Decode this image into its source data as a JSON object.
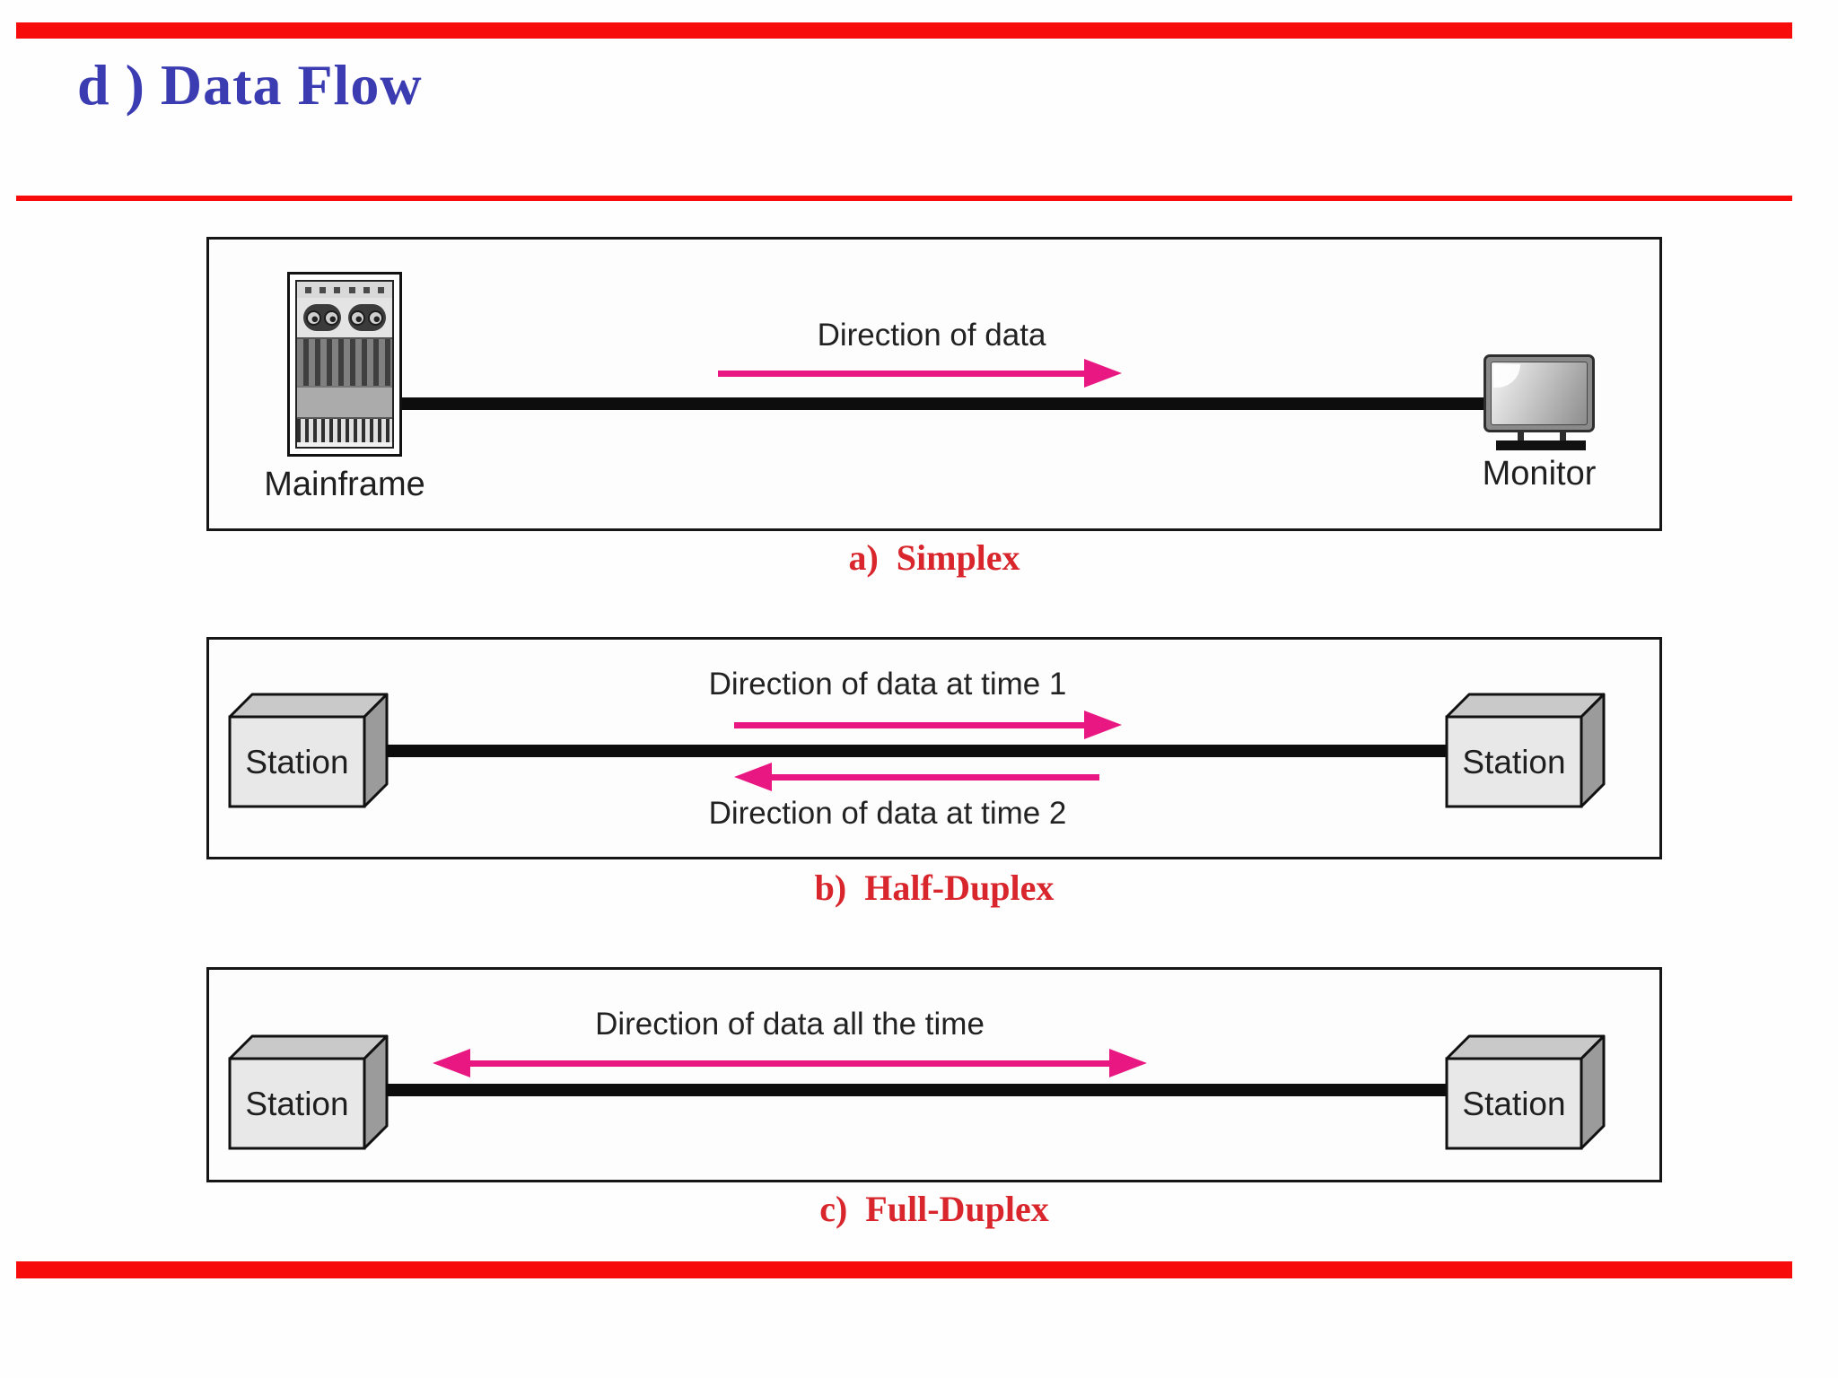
{
  "slide": {
    "title": "d ) Data Flow",
    "colors": {
      "accent_red": "#f80b0b",
      "title_blue": "#3b3bb2",
      "caption_red": "#d8262c",
      "arrow_pink": "#e91782",
      "cable_black": "#0d0d0d"
    }
  },
  "diagrams": [
    {
      "id": "simplex",
      "caption": "a)  Simplex",
      "left_device": {
        "type": "mainframe",
        "label": "Mainframe"
      },
      "right_device": {
        "type": "monitor",
        "label": "Monitor"
      },
      "arrows": [
        {
          "label": "Direction of data",
          "direction": "right"
        }
      ]
    },
    {
      "id": "half-duplex",
      "caption": "b)  Half-Duplex",
      "left_device": {
        "type": "station",
        "label": "Station"
      },
      "right_device": {
        "type": "station",
        "label": "Station"
      },
      "arrows": [
        {
          "label": "Direction of data at time 1",
          "direction": "right"
        },
        {
          "label": "Direction of data at time 2",
          "direction": "left"
        }
      ]
    },
    {
      "id": "full-duplex",
      "caption": "c)  Full-Duplex",
      "left_device": {
        "type": "station",
        "label": "Station"
      },
      "right_device": {
        "type": "station",
        "label": "Station"
      },
      "arrows": [
        {
          "label": "Direction of data all the time",
          "direction": "both"
        }
      ]
    }
  ]
}
